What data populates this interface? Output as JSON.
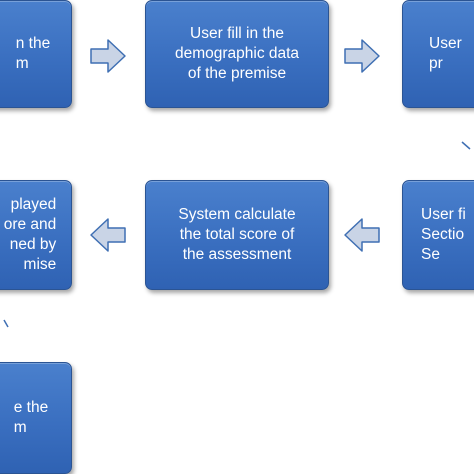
{
  "boxes": {
    "b1": "n the\nm",
    "b2": "User fill in the\ndemographic data\nof the premise",
    "b3": "User\npr",
    "b4": "User fi\nSectio\nSe",
    "b5": "System calculate\nthe total score of\nthe assessment",
    "b6": "played\nore and\nned by\nmise",
    "b7": "e the\nm"
  },
  "colors": {
    "box_fill": "#3a6fc0",
    "box_border": "#2b5493",
    "arrow_fill": "#c9d4e6",
    "arrow_stroke": "#3f6fb3",
    "text": "#ffffff"
  }
}
